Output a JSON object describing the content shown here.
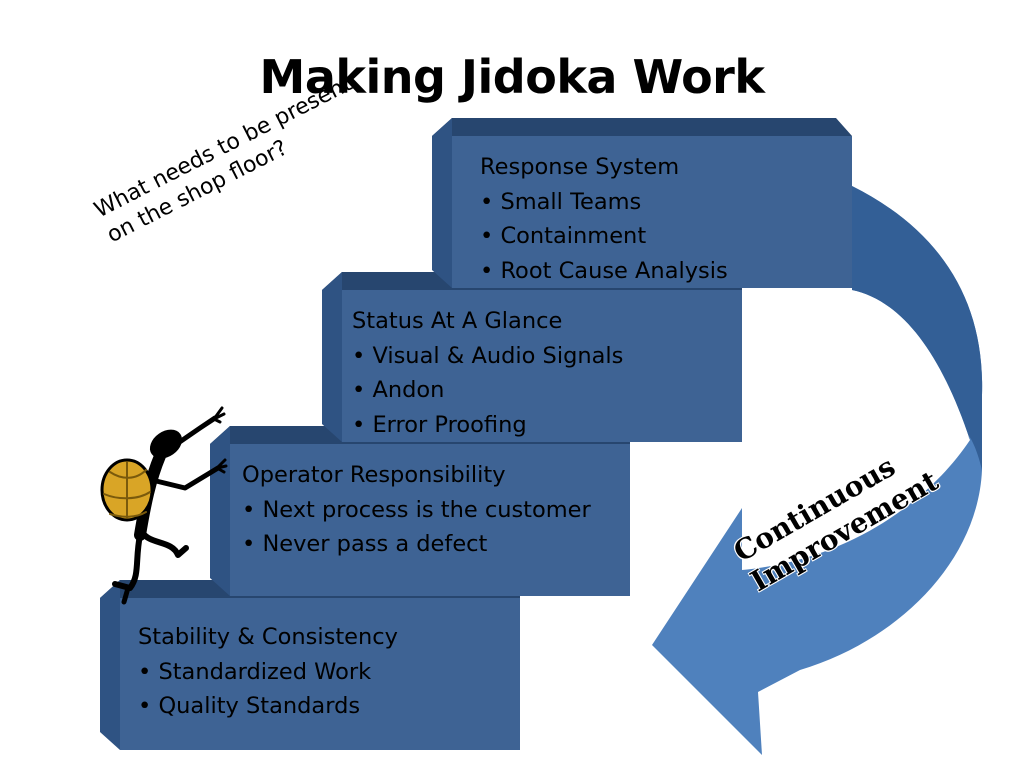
{
  "title": "Making Jidoka Work",
  "note": {
    "line1": "What needs to be present",
    "line2": "on the shop floor?"
  },
  "steps": [
    {
      "title": "Stability & Consistency",
      "items": [
        "Standardized Work",
        "Quality Standards"
      ]
    },
    {
      "title": "Operator Responsibility",
      "items": [
        "Next process is the customer",
        "Never pass a defect"
      ]
    },
    {
      "title": "Status At A Glance",
      "items": [
        "Visual & Audio Signals",
        "Andon",
        "Error Proofing"
      ]
    },
    {
      "title": "Response System",
      "items": [
        "Small Teams",
        "Containment",
        "Root Cause Analysis"
      ]
    }
  ],
  "arrow_label": {
    "line1": "Continuous",
    "line2": "Improvement"
  },
  "colors": {
    "step_face": "#3e6394",
    "step_top": "#27466f",
    "step_side": "#335a8a",
    "arrow": "#4f81bd",
    "arrow_dark": "#3d6da6",
    "climber_pack": "#d9a526"
  },
  "icons": {
    "climber": "stick-figure-climber-with-backpack"
  }
}
